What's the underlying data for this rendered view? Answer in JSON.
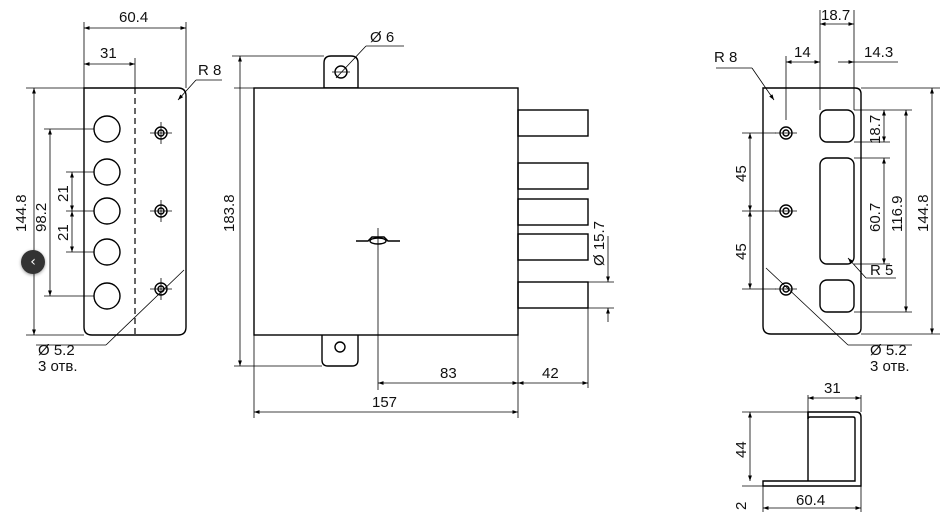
{
  "nav": {
    "back_icon": "chevron-left-icon",
    "back_glyph": "‹"
  },
  "front_view": {
    "width_total": "60.4",
    "width_half": "31",
    "corner_radius": "R 8",
    "height": "144.8",
    "holes_span": "98.2",
    "hole_pitch_upper": "21",
    "hole_pitch_lower": "21",
    "mount_hole_dia": "Ø 5.2",
    "mount_hole_count": "3 отв."
  },
  "side_view": {
    "height": "183.8",
    "tab_hole_dia": "Ø 6",
    "bolt_dia": "Ø 15.7",
    "length_to_key": "83",
    "bolt_projection": "42",
    "body_length": "157"
  },
  "plate_view": {
    "slot_width": "18.7",
    "edge_offset": "14",
    "slot_offset": "14.3",
    "corner_radius": "R 8",
    "pitch_upper": "45",
    "pitch_lower": "45",
    "top_slot_height": "18.7",
    "long_slot_height": "60.7",
    "slots_span": "116.9",
    "plate_height": "144.8",
    "slot_radius": "R 5",
    "mount_hole_dia": "Ø 5.2",
    "mount_hole_count": "3 отв."
  },
  "bracket_view": {
    "inner_width": "31",
    "height": "44",
    "thickness": "2",
    "base_length": "60.4"
  }
}
